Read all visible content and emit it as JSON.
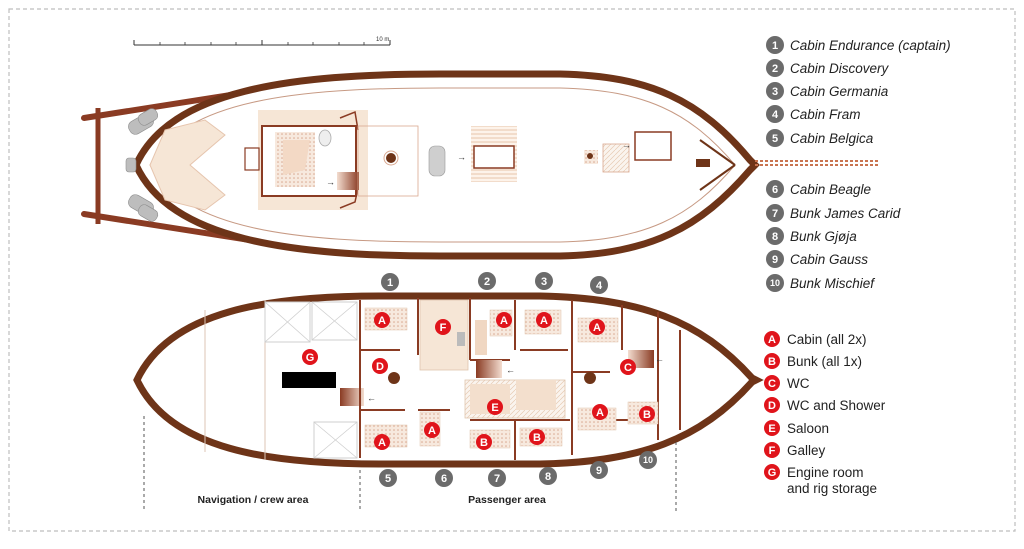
{
  "scale": {
    "label": "10 m"
  },
  "cabins": [
    {
      "num": "1",
      "label": "Cabin Endurance (captain)"
    },
    {
      "num": "2",
      "label": "Cabin Discovery"
    },
    {
      "num": "3",
      "label": "Cabin Germania"
    },
    {
      "num": "4",
      "label": "Cabin Fram"
    },
    {
      "num": "5",
      "label": "Cabin Belgica"
    },
    {
      "num": "6",
      "label": "Cabin Beagle"
    },
    {
      "num": "7",
      "label": "Bunk James Carid"
    },
    {
      "num": "8",
      "label": "Bunk Gjøja"
    },
    {
      "num": "9",
      "label": "Cabin Gauss"
    },
    {
      "num": "10",
      "label": "Bunk Mischief"
    }
  ],
  "types": [
    {
      "letter": "A",
      "label": "Cabin (all 2x)"
    },
    {
      "letter": "B",
      "label": "Bunk (all 1x)"
    },
    {
      "letter": "C",
      "label": "WC"
    },
    {
      "letter": "D",
      "label": "WC and Shower"
    },
    {
      "letter": "E",
      "label": "Saloon"
    },
    {
      "letter": "F",
      "label": "Galley"
    },
    {
      "letter": "G",
      "label": "Engine room",
      "label2": "and rig storage"
    }
  ],
  "areas": {
    "crew": "Navigation / crew area",
    "passenger": "Passenger area"
  },
  "colors": {
    "hull": "#6e3418",
    "wall": "#8a3b23",
    "marker_red": "#e0141b",
    "marker_grey": "#6b6b6b",
    "fill_light": "#f6e6d6"
  }
}
